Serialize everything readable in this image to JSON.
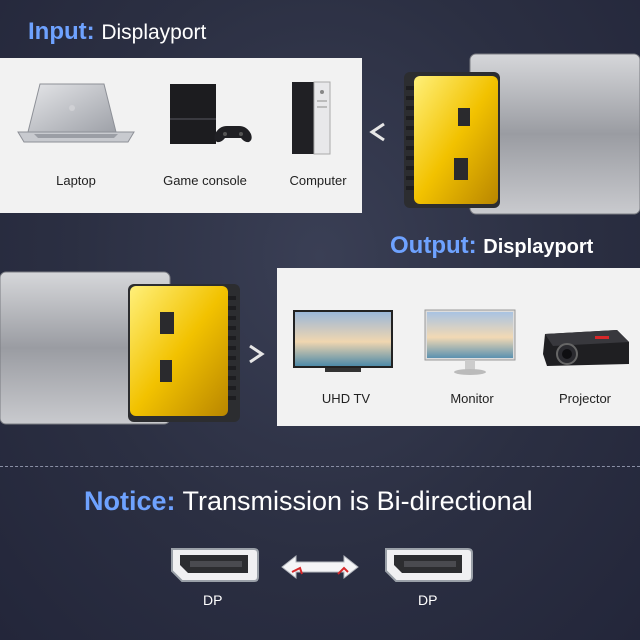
{
  "input": {
    "title_key": "Input:",
    "title_value": "Displayport"
  },
  "output": {
    "title_key": "Output:",
    "title_value": "Displayport"
  },
  "input_devices": [
    {
      "label": "Laptop"
    },
    {
      "label": "Game console"
    },
    {
      "label": "Computer"
    }
  ],
  "output_devices": [
    {
      "label": "UHD TV"
    },
    {
      "label": "Monitor"
    },
    {
      "label": "Projector"
    }
  ],
  "notice": {
    "key": "Notice:",
    "text": "Transmission is Bi-directional"
  },
  "ports": {
    "left_label": "DP",
    "right_label": "DP"
  },
  "colors": {
    "accent": "#6ea2ff",
    "gold": "#f2c200",
    "background": "#2b2f42",
    "arrow_red": "#d6282a"
  }
}
